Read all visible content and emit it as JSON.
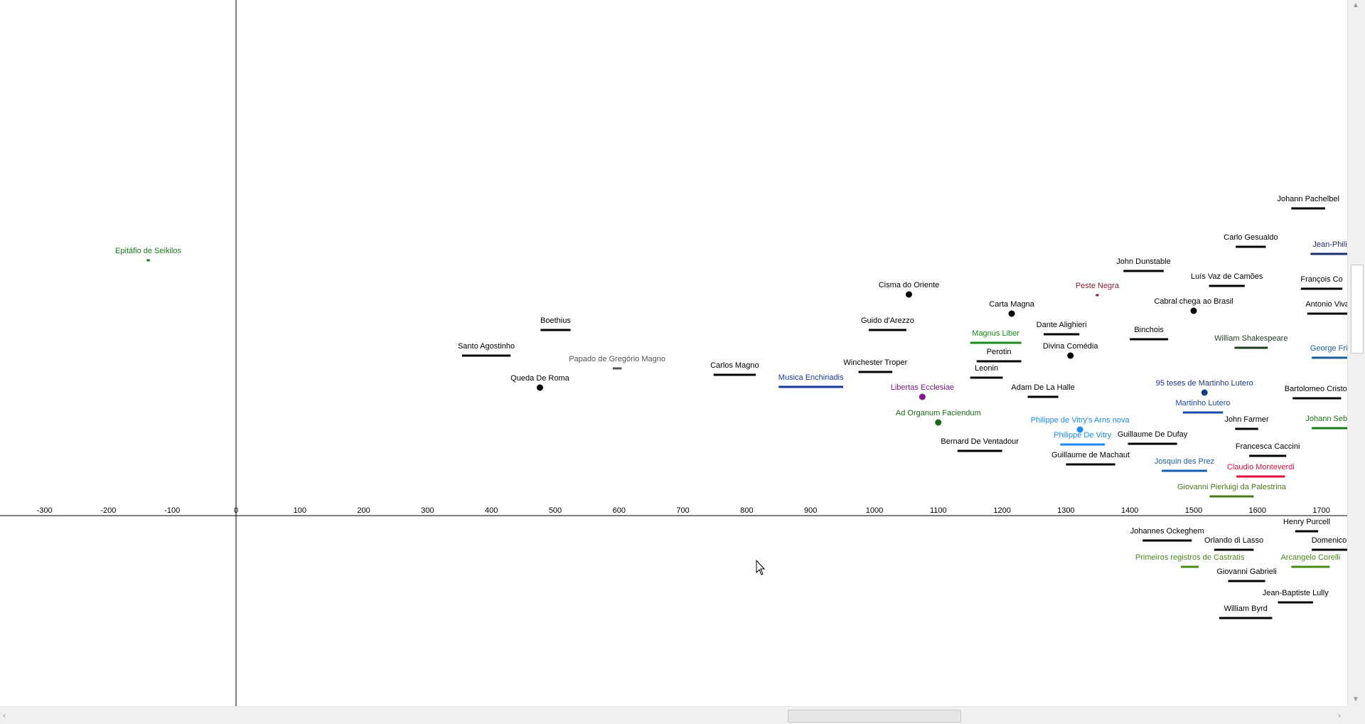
{
  "timeline": {
    "axis_ticks": [
      "-300",
      "-200",
      "-100",
      "0",
      "100",
      "200",
      "300",
      "400",
      "500",
      "600",
      "700",
      "800",
      "900",
      "1000",
      "1100",
      "1200",
      "1300",
      "1400",
      "1500",
      "1600",
      "1700"
    ],
    "events": [
      {
        "label": "Epitáfio de Seikilos",
        "color": "#1a7a1a",
        "mark": "bar",
        "start": -140,
        "end": -135,
        "row": 366
      },
      {
        "label": "Johann Pachelbel",
        "color": "#000000",
        "mark": "bar",
        "start": 1653,
        "end": 1706,
        "row": 293
      },
      {
        "label": "Carlo Gesualdo",
        "color": "#000000",
        "mark": "bar",
        "start": 1566,
        "end": 1613,
        "row": 347
      },
      {
        "label": "Jean-Philippe",
        "color": "#1a2e6e",
        "mark": "bar",
        "start": 1683,
        "end": 1764,
        "row": 357
      },
      {
        "label": "John Dunstable",
        "color": "#000000",
        "mark": "bar",
        "start": 1390,
        "end": 1453,
        "row": 381
      },
      {
        "label": "François Co",
        "color": "#000000",
        "mark": "bar",
        "start": 1668,
        "end": 1733,
        "row": 406
      },
      {
        "label": "Luís Vaz de Camões",
        "color": "#000000",
        "mark": "bar",
        "start": 1524,
        "end": 1580,
        "row": 402
      },
      {
        "label": "Peste Negra",
        "color": "#8a1c2a",
        "mark": "bar",
        "start": 1347,
        "end": 1351,
        "row": 415
      },
      {
        "label": "Cisma do Oriente",
        "color": "#000000",
        "mark": "dot",
        "start": 1054,
        "end": 1054,
        "row": 414
      },
      {
        "label": "Cabral chega ao Brasil",
        "color": "#000000",
        "mark": "dot",
        "start": 1500,
        "end": 1500,
        "row": 437
      },
      {
        "label": "Carta Magna",
        "color": "#000000",
        "mark": "dot",
        "start": 1215,
        "end": 1215,
        "row": 441
      },
      {
        "label": "Antonio Viva",
        "color": "#000000",
        "mark": "bar",
        "start": 1678,
        "end": 1741,
        "row": 441
      },
      {
        "label": "Boethius",
        "color": "#000000",
        "mark": "bar",
        "start": 477,
        "end": 524,
        "row": 464
      },
      {
        "label": "Guido d'Arezzo",
        "color": "#000000",
        "mark": "bar",
        "start": 991,
        "end": 1050,
        "row": 464
      },
      {
        "label": "Magnus Liber",
        "color": "#1a8a1a",
        "mark": "bar",
        "start": 1150,
        "end": 1230,
        "row": 482
      },
      {
        "label": "Dante Alighieri",
        "color": "#000000",
        "mark": "bar",
        "start": 1265,
        "end": 1321,
        "row": 470
      },
      {
        "label": "Binchois",
        "color": "#000000",
        "mark": "bar",
        "start": 1400,
        "end": 1460,
        "row": 477
      },
      {
        "label": "William Shakespeare",
        "color": "#1f3d1f",
        "mark": "bar",
        "start": 1564,
        "end": 1616,
        "row": 489
      },
      {
        "label": "Santo Agostinho",
        "color": "#000000",
        "mark": "bar",
        "start": 354,
        "end": 430,
        "row": 500
      },
      {
        "label": "Papado de Gregório Magno",
        "color": "#555555",
        "mark": "bar",
        "start": 590,
        "end": 604,
        "row": 518
      },
      {
        "label": "Perotin",
        "color": "#000000",
        "mark": "bar",
        "start": 1160,
        "end": 1230,
        "row": 508
      },
      {
        "label": "Divina Comédia",
        "color": "#000000",
        "mark": "dot",
        "start": 1307,
        "end": 1307,
        "row": 500
      },
      {
        "label": "George Frideri",
        "color": "#1a5e9a",
        "mark": "bar",
        "start": 1685,
        "end": 1759,
        "row": 503
      },
      {
        "label": "Carlos Magno",
        "color": "#000000",
        "mark": "bar",
        "start": 748,
        "end": 814,
        "row": 527
      },
      {
        "label": "Winchester Troper",
        "color": "#000000",
        "mark": "bar",
        "start": 975,
        "end": 1028,
        "row": 523
      },
      {
        "label": "Leonin",
        "color": "#000000",
        "mark": "bar",
        "start": 1150,
        "end": 1201,
        "row": 531
      },
      {
        "label": "Musica Enchiriadis",
        "color": "#1a3a9a",
        "mark": "bar",
        "start": 850,
        "end": 951,
        "row": 544
      },
      {
        "label": "Queda De Roma",
        "color": "#000000",
        "mark": "dot",
        "start": 476,
        "end": 476,
        "row": 545
      },
      {
        "label": "Libertas Ecclesiae",
        "color": "#7a1a8a",
        "mark": "dot",
        "start": 1075,
        "end": 1075,
        "row": 558
      },
      {
        "label": "Adam De La Halle",
        "color": "#000000",
        "mark": "bar",
        "start": 1240,
        "end": 1288,
        "row": 558
      },
      {
        "label": "95 teses de Martinho Lutero",
        "color": "#1a3a8a",
        "mark": "dot",
        "start": 1517,
        "end": 1517,
        "row": 552
      },
      {
        "label": "Bartolomeo Cristof",
        "color": "#000000",
        "mark": "bar",
        "start": 1655,
        "end": 1731,
        "row": 560
      },
      {
        "label": "Martinho Lutero",
        "color": "#1a4ab0",
        "mark": "bar",
        "start": 1483,
        "end": 1546,
        "row": 580
      },
      {
        "label": "Ad Organum Faciendum",
        "color": "#1a6a1a",
        "mark": "dot",
        "start": 1100,
        "end": 1100,
        "row": 594
      },
      {
        "label": "Philippe de Vitry's Arns nova",
        "color": "#1a8aff",
        "mark": "dot",
        "start": 1322,
        "end": 1322,
        "row": 604
      },
      {
        "label": "John Farmer",
        "color": "#000000",
        "mark": "bar",
        "start": 1565,
        "end": 1601,
        "row": 603
      },
      {
        "label": "Johann Sebasti",
        "color": "#1a7a1a",
        "mark": "bar",
        "start": 1685,
        "end": 1750,
        "row": 602
      },
      {
        "label": "Philippe De Vitry",
        "color": "#1a8aff",
        "mark": "bar",
        "start": 1291,
        "end": 1361,
        "row": 625
      },
      {
        "label": "Guillaume De Dufay",
        "color": "#000000",
        "mark": "bar",
        "start": 1397,
        "end": 1474,
        "row": 624
      },
      {
        "label": "Bernard De Ventadour",
        "color": "#000000",
        "mark": "bar",
        "start": 1130,
        "end": 1200,
        "row": 634
      },
      {
        "label": "Francesca Caccini",
        "color": "#000000",
        "mark": "bar",
        "start": 1587,
        "end": 1645,
        "row": 641
      },
      {
        "label": "Guillaume de Machaut",
        "color": "#000000",
        "mark": "bar",
        "start": 1300,
        "end": 1377,
        "row": 653
      },
      {
        "label": "Josquin des Prez",
        "color": "#1a5eb0",
        "mark": "bar",
        "start": 1450,
        "end": 1521,
        "row": 662
      },
      {
        "label": "Claudio Monteverdi",
        "color": "#e0103a",
        "mark": "bar",
        "start": 1567,
        "end": 1643,
        "row": 670
      },
      {
        "label": "Giovanni Pierluigi da Palestrina",
        "color": "#4a7a1a",
        "mark": "bar",
        "start": 1525,
        "end": 1594,
        "row": 698
      },
      {
        "label": "Henry Purcell",
        "color": "#000000",
        "mark": "bar",
        "start": 1659,
        "end": 1695,
        "row": 747
      },
      {
        "label": "Johannes Ockeghem",
        "color": "#000000",
        "mark": "bar",
        "start": 1420,
        "end": 1497,
        "row": 760
      },
      {
        "label": "Orlando di Lasso",
        "color": "#000000",
        "mark": "bar",
        "start": 1532,
        "end": 1594,
        "row": 773
      },
      {
        "label": "Domenico Sc",
        "color": "#000000",
        "mark": "bar",
        "start": 1685,
        "end": 1757,
        "row": 773
      },
      {
        "label": "Primeiros registros de Castratis",
        "color": "#4a8a1a",
        "mark": "bar",
        "start": 1480,
        "end": 1508,
        "row": 797
      },
      {
        "label": "Arcangelo Corelli",
        "color": "#4a8a1a",
        "mark": "bar",
        "start": 1653,
        "end": 1713,
        "row": 797
      },
      {
        "label": "Giovanni Gabrieli",
        "color": "#000000",
        "mark": "bar",
        "start": 1554,
        "end": 1612,
        "row": 817
      },
      {
        "label": "Jean-Baptiste Lully",
        "color": "#000000",
        "mark": "bar",
        "start": 1632,
        "end": 1687,
        "row": 847
      },
      {
        "label": "William Byrd",
        "color": "#000000",
        "mark": "bar",
        "start": 1540,
        "end": 1623,
        "row": 869
      }
    ]
  }
}
